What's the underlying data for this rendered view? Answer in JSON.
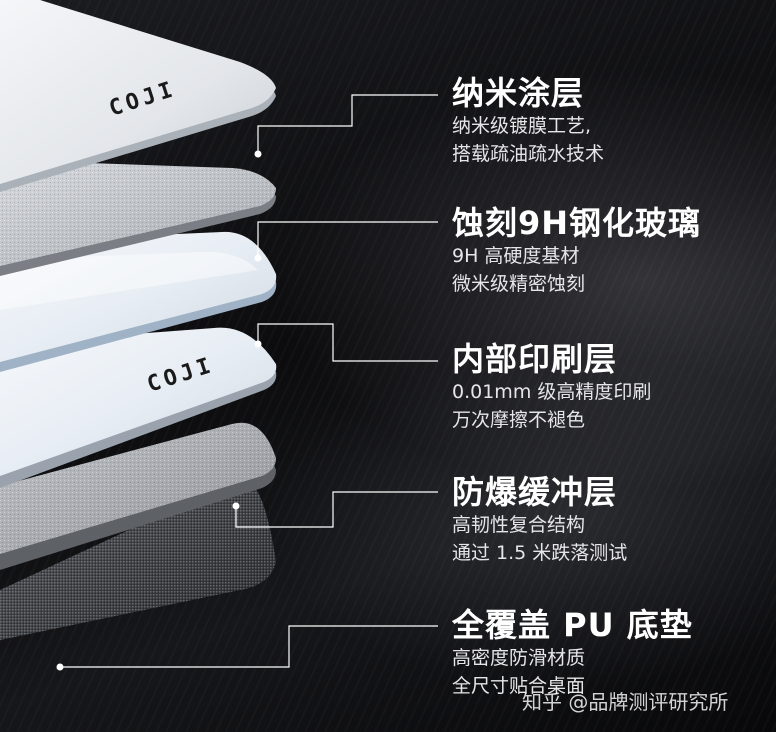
{
  "brand_mark": "COJI",
  "layers": [
    {
      "title": "纳米涂层",
      "lines": [
        "纳米级镀膜工艺,",
        "搭载疏油疏水技术"
      ]
    },
    {
      "title": "蚀刻9H钢化玻璃",
      "lines": [
        "9H 高硬度基材",
        "微米级精密蚀刻"
      ]
    },
    {
      "title": "内部印刷层",
      "lines": [
        "0.01mm 级高精度印刷",
        "万次摩擦不褪色"
      ]
    },
    {
      "title": "防爆缓冲层",
      "lines": [
        "高韧性复合结构",
        "通过 1.5 米跌落测试"
      ]
    },
    {
      "title": "全覆盖 PU 底垫",
      "lines": [
        "高密度防滑材质",
        "全尺寸贴合桌面"
      ]
    }
  ],
  "watermark": "知乎 @品牌测评研究所",
  "colors": {
    "background": "#0b0b0d",
    "text": "#ffffff",
    "leader": "#ffffff"
  }
}
